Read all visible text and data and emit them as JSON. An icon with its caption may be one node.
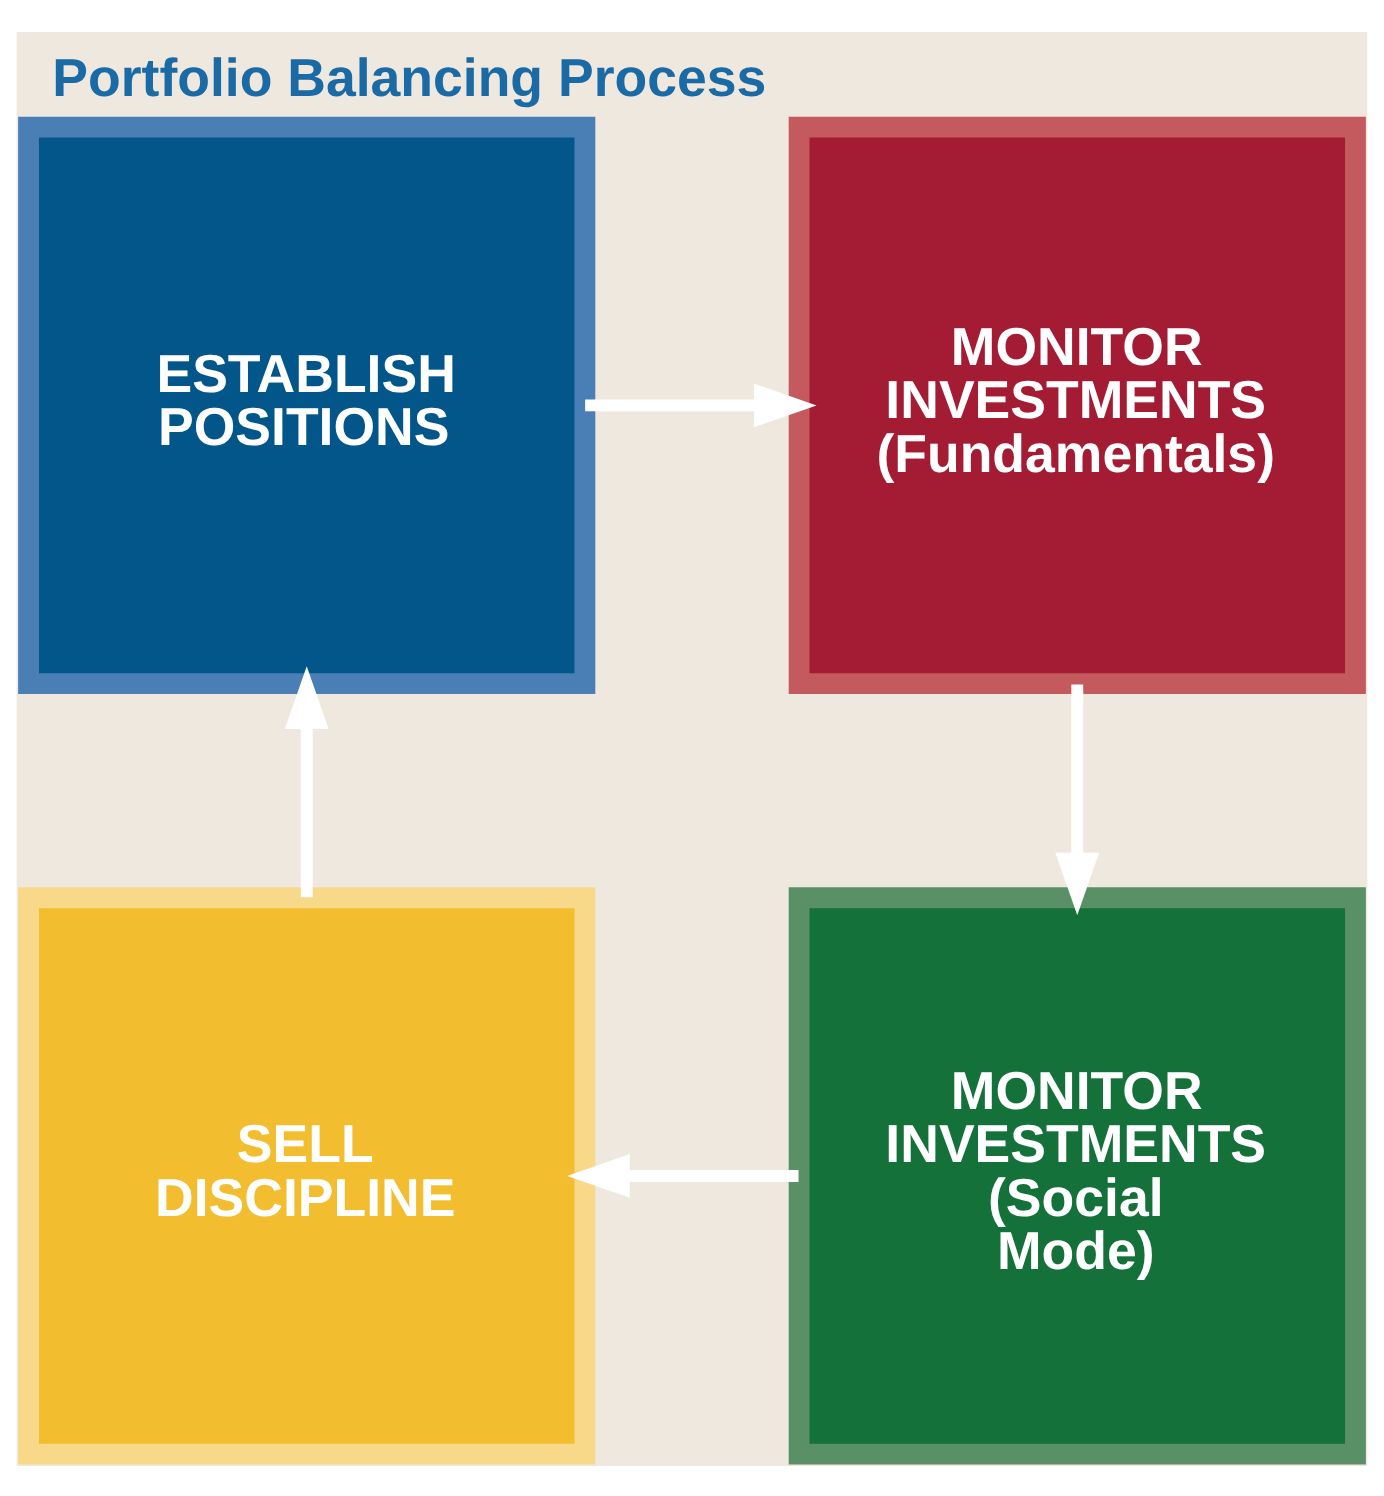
{
  "diagram": {
    "title": "Portfolio Balancing Process",
    "nodes": [
      {
        "text": [
          "ESTABLISH POSITIONS"
        ]
      },
      {
        "text": [
          "MONITOR INVESTMENTS",
          "(Fundamentals)"
        ]
      },
      {
        "text": [
          "SELL DISCIPLINE"
        ]
      },
      {
        "text": [
          "MONITOR INVESTMENTS",
          "(Social Mode)"
        ]
      }
    ],
    "edges": [
      {
        "from": 0,
        "to": 1,
        "arrow": "to"
      },
      {
        "from": 1,
        "to": 3,
        "arrow": "to"
      },
      {
        "from": 3,
        "to": 2,
        "arrow": "to"
      },
      {
        "from": 2,
        "to": 0,
        "arrow": "to"
      }
    ]
  }
}
